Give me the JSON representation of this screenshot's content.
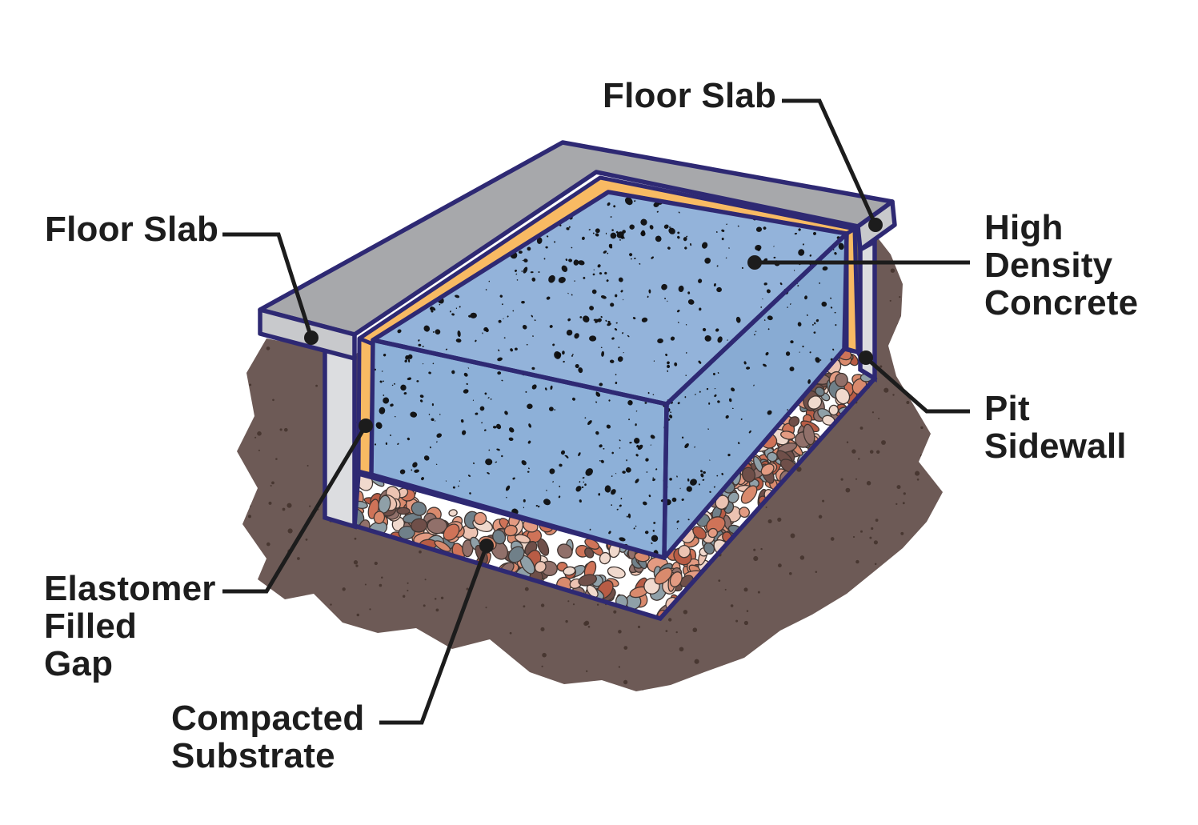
{
  "labels": {
    "floor_slab_left": {
      "lines": [
        "Floor Slab"
      ]
    },
    "floor_slab_top": {
      "lines": [
        "Floor Slab"
      ]
    },
    "high_density_concrete": {
      "lines": [
        "High",
        "Density",
        "Concrete"
      ]
    },
    "pit_sidewall": {
      "lines": [
        "Pit",
        "Sidewall"
      ]
    },
    "elastomer_filled_gap": {
      "lines": [
        "Elastomer",
        "Filled",
        "Gap"
      ]
    },
    "compacted_substrate": {
      "lines": [
        "Compacted",
        "Substrate"
      ]
    }
  },
  "colors": {
    "outline": "#2e2973",
    "leader": "#1c1c1c",
    "text": "#1d1d1d",
    "slab_top": "#a7a8ab",
    "slab_face": "#c8c9cc",
    "sidewall": "#dcdde0",
    "elastomer": "#f8ba63",
    "concrete_top": "#93b3da",
    "concrete_left": "#8db0d8",
    "concrete_right": "#88abd3",
    "concrete_speckle": "#0d0d0d",
    "soil": "#6d5a56",
    "soil_speckle": "#44332e",
    "substrate_bg": "#ffffff",
    "pebbles": [
      "#ecc3b2",
      "#e39b82",
      "#cf7358",
      "#b85c45",
      "#8fa0a8",
      "#708089",
      "#6f4f49",
      "#91706a",
      "#f0d9cd",
      "#d98a6d"
    ]
  },
  "background": "#ffffff"
}
